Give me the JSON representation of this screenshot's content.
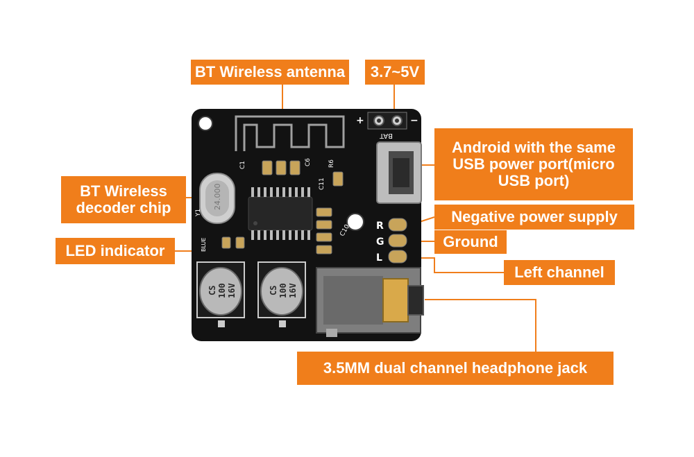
{
  "labels": {
    "antenna": "BT Wireless antenna",
    "voltage": "3.7~5V",
    "usb_line1": "Android with the same",
    "usb_line2": "USB power port(micro",
    "usb_line3": "USB port)",
    "decoder_line1": "BT Wireless",
    "decoder_line2": "decoder chip",
    "led": "LED indicator",
    "negative": "Negative power supply",
    "ground": "Ground",
    "left_channel": "Left channel",
    "jack": "3.5MM dual channel headphone jack"
  },
  "board_text": {
    "plus": "+",
    "minus": "−",
    "bat": "BAT",
    "cap1": "CS",
    "cap2": "100",
    "cap3": "16V",
    "crystal": "24.000",
    "pin_r": "R",
    "pin_g": "G",
    "pin_l": "L",
    "c1": "C1",
    "c6": "C6",
    "r6": "R6",
    "y1": "Y1",
    "c11": "C11",
    "blue": "BLUE",
    "c10": "C10"
  },
  "colors": {
    "label_bg": "#f07e1b",
    "label_text": "#ffffff",
    "pcb": "#111111",
    "leader": "#f07e1b"
  }
}
